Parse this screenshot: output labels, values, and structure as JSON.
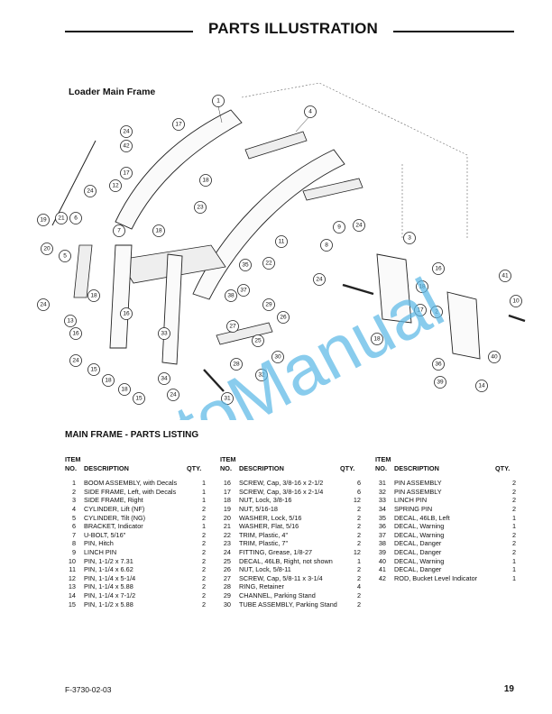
{
  "header": {
    "title": "PARTS ILLUSTRATION"
  },
  "diagram": {
    "section_label": "Loader Main Frame",
    "watermark": "AutoManual",
    "callouts": [
      "1",
      "4",
      "17",
      "24",
      "42",
      "17",
      "18",
      "24",
      "12",
      "23",
      "19",
      "21",
      "6",
      "7",
      "18",
      "20",
      "5",
      "24",
      "13",
      "16",
      "18",
      "16",
      "33",
      "24",
      "15",
      "18",
      "18",
      "15",
      "34",
      "24",
      "27",
      "29",
      "26",
      "25",
      "30",
      "28",
      "32",
      "31",
      "11",
      "22",
      "35",
      "37",
      "38",
      "9",
      "24",
      "8",
      "3",
      "16",
      "24",
      "18",
      "17",
      "18",
      "2",
      "41",
      "10",
      "36",
      "40",
      "39",
      "14",
      "24"
    ]
  },
  "listing": {
    "title": "MAIN FRAME - PARTS LISTING",
    "header_item": "ITEM",
    "header_no": "NO.",
    "header_desc": "DESCRIPTION",
    "header_qty": "QTY.",
    "columns": [
      [
        {
          "no": "1",
          "desc": "BOOM ASSEMBLY, with Decals",
          "qty": "1"
        },
        {
          "no": "2",
          "desc": "SIDE FRAME, Left, with Decals",
          "qty": "1"
        },
        {
          "no": "3",
          "desc": "SIDE FRAME, Right",
          "qty": "1"
        },
        {
          "no": "4",
          "desc": "CYLINDER, Lift (NF)",
          "qty": "2"
        },
        {
          "no": "5",
          "desc": "CYLINDER, Tilt (NG)",
          "qty": "2"
        },
        {
          "no": "6",
          "desc": "BRACKET, Indicator",
          "qty": "1"
        },
        {
          "no": "7",
          "desc": "U-BOLT, 5/16\"",
          "qty": "2"
        },
        {
          "no": "8",
          "desc": "PIN, Hitch",
          "qty": "2"
        },
        {
          "no": "9",
          "desc": "LINCH PIN",
          "qty": "2"
        },
        {
          "no": "10",
          "desc": "PIN, 1-1/2 x 7.31",
          "qty": "2"
        },
        {
          "no": "11",
          "desc": "PIN, 1-1/4 x 6.62",
          "qty": "2"
        },
        {
          "no": "12",
          "desc": "PIN, 1-1/4 x 5-1/4",
          "qty": "2"
        },
        {
          "no": "13",
          "desc": "PIN, 1-1/4 x 5.88",
          "qty": "2"
        },
        {
          "no": "14",
          "desc": "PIN, 1-1/4 x 7-1/2",
          "qty": "2"
        },
        {
          "no": "15",
          "desc": "PIN, 1-1/2 x 5.88",
          "qty": "2"
        }
      ],
      [
        {
          "no": "16",
          "desc": "SCREW, Cap, 3/8-16 x 2-1/2",
          "qty": "6"
        },
        {
          "no": "17",
          "desc": "SCREW, Cap, 3/8-16 x 2-1/4",
          "qty": "6"
        },
        {
          "no": "18",
          "desc": "NUT, Lock, 3/8-16",
          "qty": "12"
        },
        {
          "no": "19",
          "desc": "NUT, 5/16-18",
          "qty": "2"
        },
        {
          "no": "20",
          "desc": "WASHER, Lock, 5/16",
          "qty": "2"
        },
        {
          "no": "21",
          "desc": "WASHER, Flat, 5/16",
          "qty": "2"
        },
        {
          "no": "22",
          "desc": "TRIM, Plastic, 4\"",
          "qty": "2"
        },
        {
          "no": "23",
          "desc": "TRIM, Plastic, 7\"",
          "qty": "2"
        },
        {
          "no": "24",
          "desc": "FITTING, Grease, 1/8-27",
          "qty": "12"
        },
        {
          "no": "25",
          "desc": "DECAL, 46LB, Right, not shown",
          "qty": "1"
        },
        {
          "no": "26",
          "desc": "NUT, Lock, 5/8-11",
          "qty": "2"
        },
        {
          "no": "27",
          "desc": "SCREW, Cap, 5/8-11 x 3-1/4",
          "qty": "2"
        },
        {
          "no": "28",
          "desc": "RING, Retainer",
          "qty": "4"
        },
        {
          "no": "29",
          "desc": "CHANNEL, Parking Stand",
          "qty": "2"
        },
        {
          "no": "30",
          "desc": "TUBE ASSEMBLY, Parking Stand",
          "qty": "2"
        }
      ],
      [
        {
          "no": "31",
          "desc": "PIN ASSEMBLY",
          "qty": "2"
        },
        {
          "no": "32",
          "desc": "PIN ASSEMBLY",
          "qty": "2"
        },
        {
          "no": "33",
          "desc": "LINCH PIN",
          "qty": "2"
        },
        {
          "no": "34",
          "desc": "SPRING PIN",
          "qty": "2"
        },
        {
          "no": "35",
          "desc": "DECAL, 46LB, Left",
          "qty": "1"
        },
        {
          "no": "36",
          "desc": "DECAL, Warning",
          "qty": "1"
        },
        {
          "no": "37",
          "desc": "DECAL, Warning",
          "qty": "2"
        },
        {
          "no": "38",
          "desc": "DECAL, Danger",
          "qty": "2"
        },
        {
          "no": "39",
          "desc": "DECAL, Danger",
          "qty": "2"
        },
        {
          "no": "40",
          "desc": "DECAL, Warning",
          "qty": "1"
        },
        {
          "no": "41",
          "desc": "DECAL, Danger",
          "qty": "1"
        },
        {
          "no": "42",
          "desc": "ROD, Bucket Level Indicator",
          "qty": "1"
        }
      ]
    ]
  },
  "footer": {
    "doc_number": "F-3730-02-03",
    "page_number": "19"
  }
}
